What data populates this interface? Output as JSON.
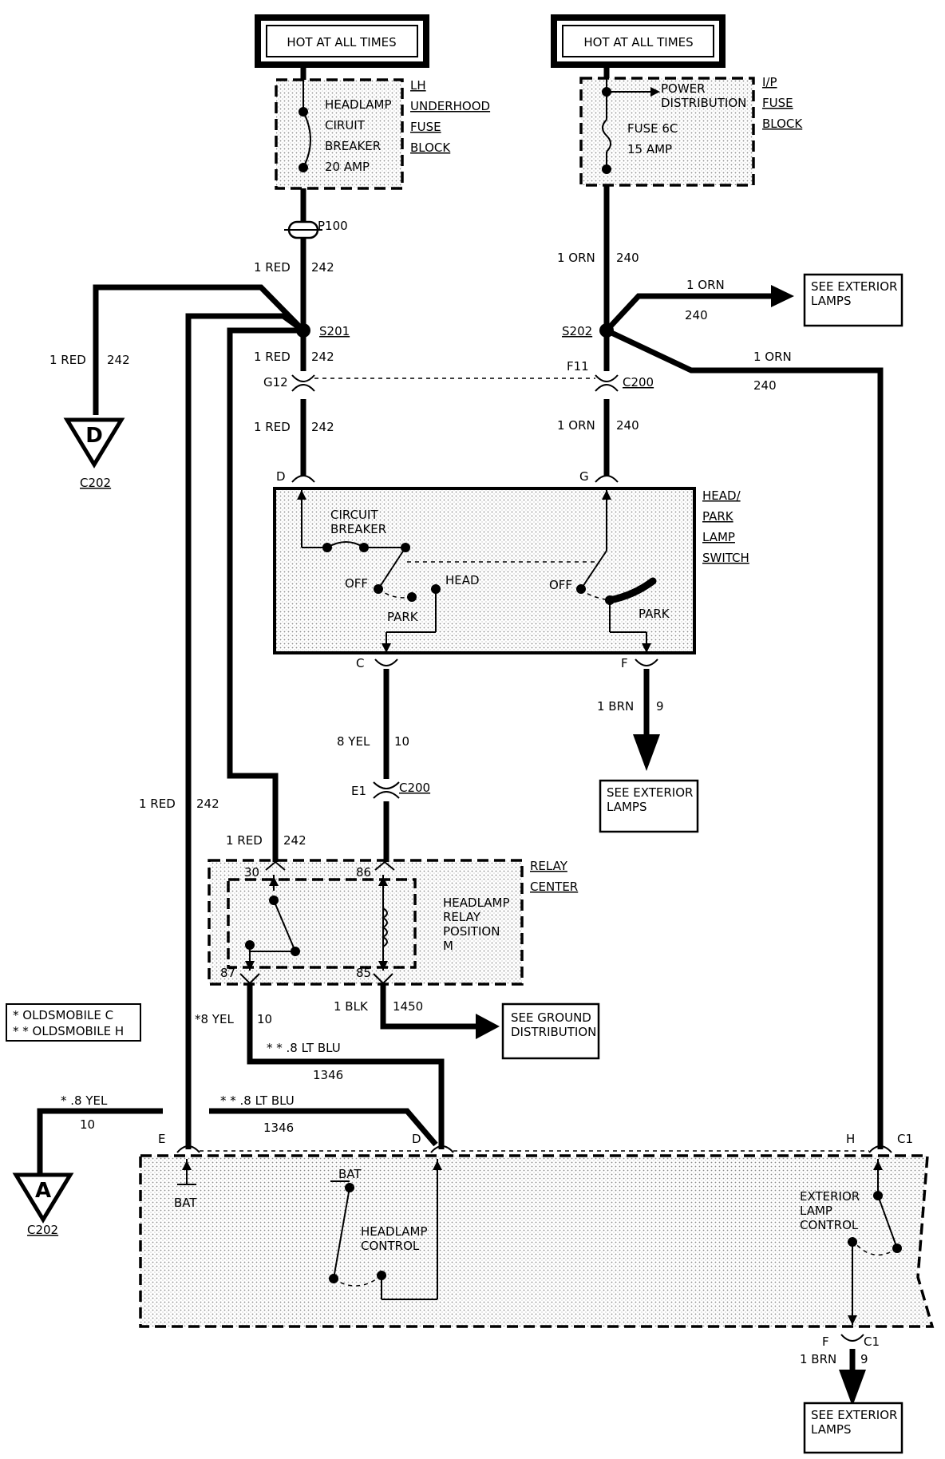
{
  "sources": {
    "left": "HOT AT ALL TIMES",
    "right": "HOT AT ALL TIMES"
  },
  "lh_fuse_block": {
    "component": [
      "HEADLAMP",
      "CIRUIT",
      "BREAKER",
      "20 AMP"
    ],
    "block": [
      "LH",
      "UNDERHOOD",
      "FUSE",
      "BLOCK"
    ]
  },
  "ip_fuse_block": {
    "power_dist": [
      "POWER",
      "DISTRIBUTION"
    ],
    "fuse": [
      "FUSE 6C",
      "15 AMP"
    ],
    "block": [
      "I/P",
      "FUSE",
      "BLOCK"
    ]
  },
  "connectors": {
    "p100": "P100",
    "s201": "S201",
    "s202": "S202",
    "g12": "G12",
    "f11": "F11",
    "c200_top": "C200",
    "c200_mid": "C200",
    "e1": "E1",
    "c202_d": "C202",
    "c202_a": "C202",
    "d_letter": "D",
    "a_letter": "A"
  },
  "wires": {
    "red": "1 RED",
    "red_ckt": "242",
    "orn": "1 ORN",
    "orn_ckt": "240",
    "yel": "8 YEL",
    "yel_ckt": "10",
    "brn": "1 BRN",
    "brn_ckt": "9",
    "blk": "1 BLK",
    "blk_ckt": "1450",
    "star_yel": "*8 YEL",
    "star_yel_ckt": "10",
    "ltblu": "* * .8 LT BLU",
    "ltblu_ckt": "1346",
    "a_yel": "* .8 YEL",
    "a_yel_ckt": "10"
  },
  "switch": {
    "title": [
      "HEAD/",
      "PARK",
      "LAMP",
      "SWITCH"
    ],
    "cb": [
      "CIRCUIT",
      "BREAKER"
    ],
    "off": "OFF",
    "head": "HEAD",
    "park": "PARK",
    "pins": {
      "d": "D",
      "g": "G",
      "c": "C",
      "f": "F"
    }
  },
  "relay": {
    "center": [
      "RELAY",
      "CENTER"
    ],
    "name": [
      "HEADLAMP",
      "RELAY",
      "POSITION",
      "M"
    ],
    "pins": {
      "p30": "30",
      "p86": "86",
      "p87": "87",
      "p85": "85"
    }
  },
  "module": {
    "bat": "BAT",
    "headlamp_control": [
      "HEADLAMP",
      "CONTROL"
    ],
    "ext_control": [
      "EXTERIOR",
      "LAMP",
      "CONTROL"
    ],
    "pins": {
      "e": "E",
      "d": "D",
      "h": "H",
      "c1": "C1",
      "f": "F"
    }
  },
  "legend": {
    "c": "* OLDSMOBILE C",
    "h": "* * OLDSMOBILE H"
  },
  "refs": {
    "see_ext_1": [
      "SEE EXTERIOR",
      "LAMPS"
    ],
    "see_ext_2": [
      "SEE EXTERIOR",
      "LAMPS"
    ],
    "see_ext_3": [
      "SEE EXTERIOR",
      "LAMPS"
    ],
    "see_ground": [
      "SEE GROUND",
      "DISTRIBUTION"
    ]
  }
}
